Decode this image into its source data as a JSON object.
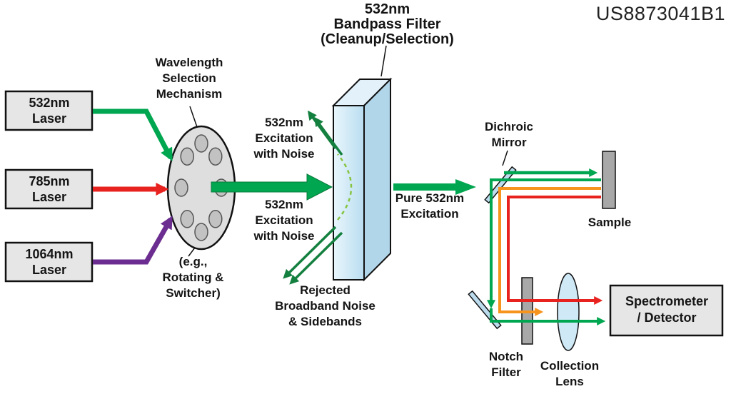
{
  "patent_number": "US8873041B1",
  "filter_title": "532nm\nBandpass Filter\n(Cleanup/Selection)",
  "lasers": {
    "laser_532": "532nm\nLaser",
    "laser_785": "785nm\nLaser",
    "laser_1064": "1064nm\nLaser"
  },
  "labels": {
    "wavelength_mechanism": "Wavelength\nSelection\nMechanism",
    "wheel_caption": "(e.g.,\nRotating &\nSwitcher)",
    "excitation_top": "532nm\nExcitation\nwith Noise",
    "excitation_bottom": "532nm\nExcitation\nwith Noise",
    "rejected": "Rejected\nBroadband Noise\n& Sidebands",
    "pure_excitation": "Pure 532nm\nExcitation",
    "dichroic_mirror": "Dichroic\nMirror",
    "sample": "Sample",
    "notch_filter": "Notch\nFilter",
    "collection_lens": "Collection\nLens",
    "spectrometer": "Spectrometer\n/ Detector"
  },
  "colors": {
    "green": "#00a650",
    "dark_green": "#14803f",
    "red": "#e8221f",
    "purple": "#6b2d90",
    "orange": "#f7941d",
    "filter_front_hi": "#e9f6fc",
    "filter_front_lo": "#b9ddf0",
    "filter_top": "#e2f1fa",
    "filter_side": "#b1d6ea",
    "mirror_blue": "#bcdcee",
    "lens_blue": "#cfe9f7",
    "gray_part": "#a8a8a8",
    "box_gray": "#e6e6e6",
    "wheel_gray": "#dedede",
    "hole_gray": "#c2c2c2",
    "dashed_beam": "#86c440"
  }
}
